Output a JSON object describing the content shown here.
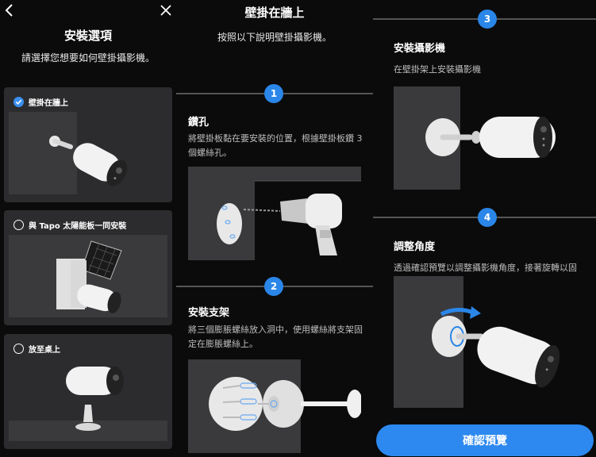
{
  "panel_left": {
    "title": "安裝選項",
    "subtitle": "請選擇您想要如何壁掛攝影機。",
    "options": [
      {
        "label": "壁掛在牆上",
        "selected": true
      },
      {
        "label": "與 Tapo 太陽能板一同安裝",
        "selected": false
      },
      {
        "label": "放至桌上",
        "selected": false
      }
    ]
  },
  "panel_middle": {
    "title": "壁掛在牆上",
    "subtitle": "按照以下說明壁掛攝影機。",
    "steps": [
      {
        "number": "1",
        "title": "鑽孔",
        "desc": "將壁掛板黏在要安裝的位置，根據壁掛板鑽 3 個螺絲孔。"
      },
      {
        "number": "2",
        "title": "安裝支架",
        "desc": "將三個膨脹螺絲放入洞中，使用螺絲將支架固定在膨脹螺絲上。"
      }
    ]
  },
  "panel_right": {
    "steps": [
      {
        "number": "3",
        "title": "安裝攝影機",
        "desc": "在壁掛架上安裝攝影機"
      },
      {
        "number": "4",
        "title": "調整角度",
        "desc": "透過確認預覽以調整攝影機角度，接著旋轉以固定攝影機。"
      }
    ],
    "confirm_label": "確認預覽"
  },
  "colors": {
    "accent": "#2a86e8",
    "card": "#2c2c2e",
    "background": "#0b0b0b"
  },
  "icons": {
    "back": "chevron-left-icon",
    "close": "close-icon",
    "check": "check-icon"
  }
}
